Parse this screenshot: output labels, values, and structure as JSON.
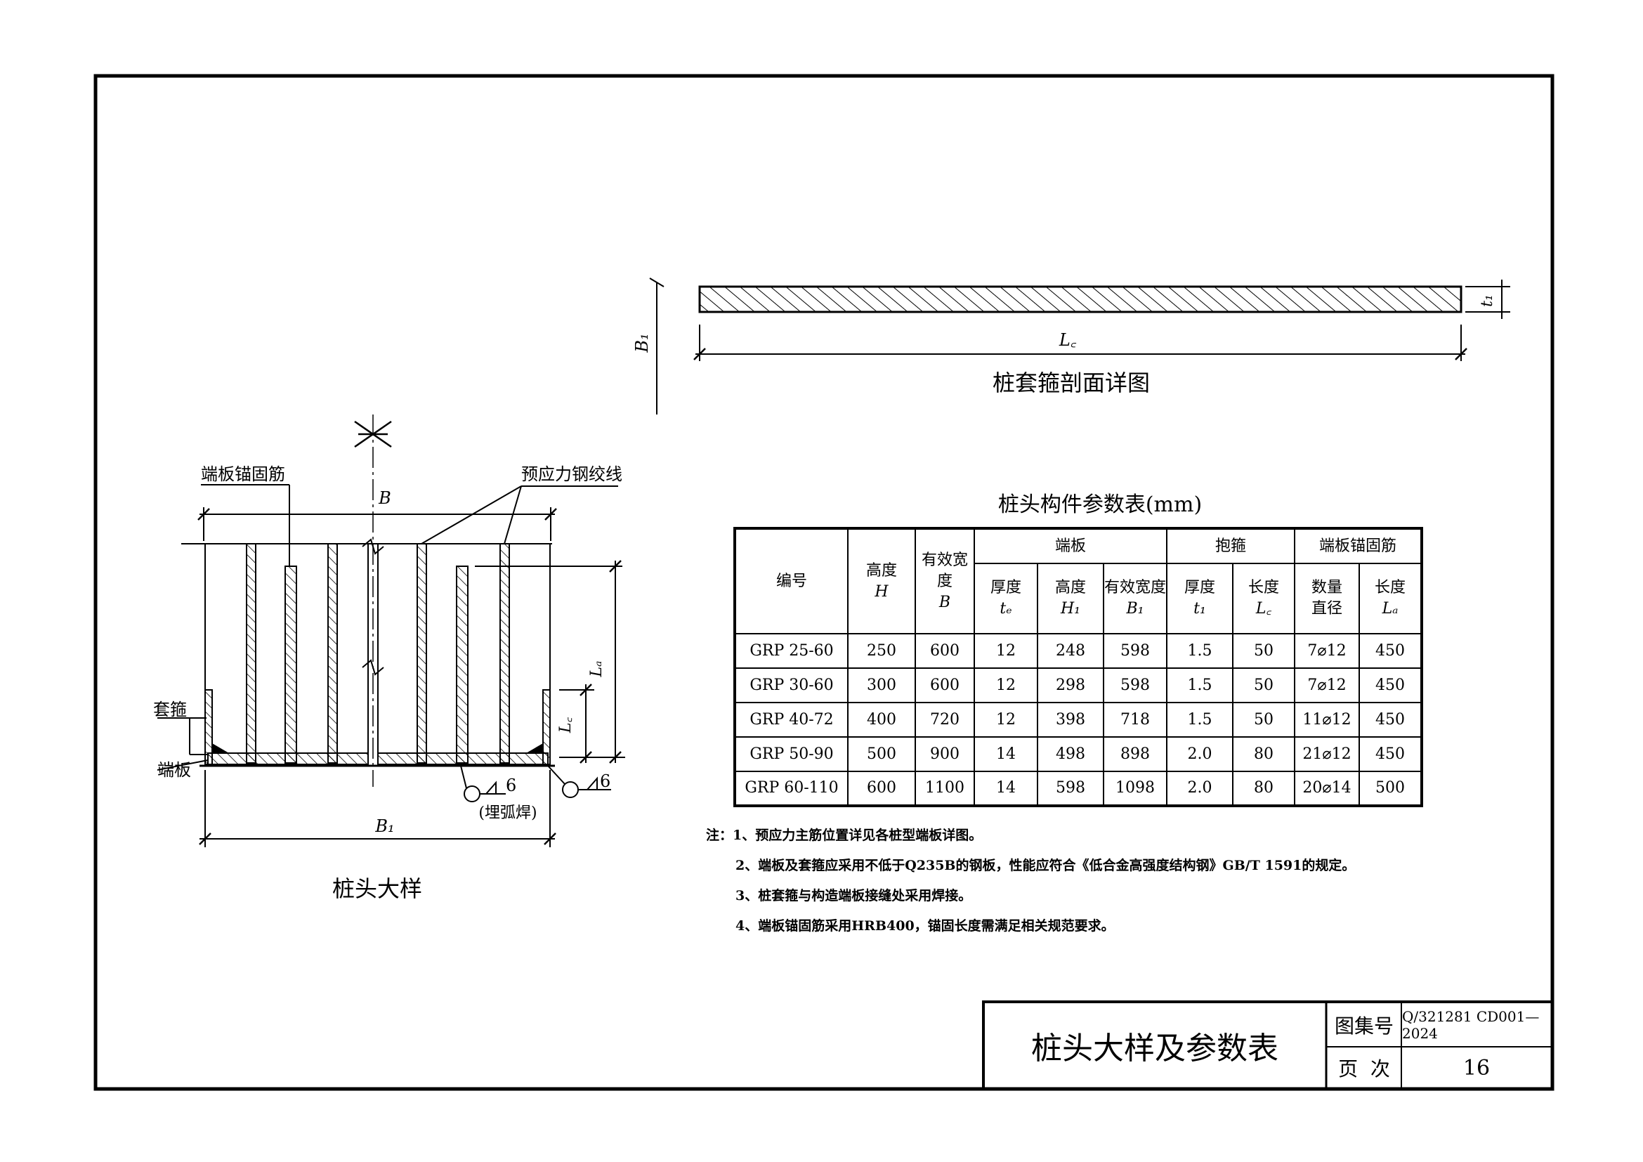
{
  "section_detail": {
    "title": "桩套箍剖面详图",
    "dim_b1": "B₁",
    "dim_lc": "L꜀",
    "dim_t1": "t₁"
  },
  "pile_head": {
    "title": "桩头大样",
    "label_anchor": "端板锚固筋",
    "label_strand": "预应力钢绞线",
    "label_hoop": "套箍",
    "label_plate": "端板",
    "dim_b": "B",
    "dim_b1": "B₁",
    "dim_la": "Lₐ",
    "dim_lc": "L꜀",
    "weld_size_1": "6",
    "weld_size_2": "6",
    "weld_note": "(埋弧焊)"
  },
  "table": {
    "title": "桩头构件参数表(mm)",
    "header": {
      "code": "编号",
      "height": "高度",
      "height_sym": "H",
      "eff_width": "有效宽度",
      "eff_width_sym": "B",
      "end_plate": "端板",
      "hoop": "抱箍",
      "anchor": "端板锚固筋",
      "thick": "厚度",
      "thick_sym": "tₑ",
      "plate_h": "高度",
      "plate_h_sym": "H₁",
      "plate_w": "有效宽度",
      "plate_w_sym": "B₁",
      "hoop_t": "厚度",
      "hoop_t_sym": "t₁",
      "hoop_l": "长度",
      "hoop_l_sym": "L꜀",
      "count": "数量",
      "dia": "直径",
      "anchor_l": "长度",
      "anchor_l_sym": "Lₐ"
    },
    "rows": [
      [
        "GRP 25-60",
        "250",
        "600",
        "12",
        "248",
        "598",
        "1.5",
        "50",
        "7⌀12",
        "450"
      ],
      [
        "GRP 30-60",
        "300",
        "600",
        "12",
        "298",
        "598",
        "1.5",
        "50",
        "7⌀12",
        "450"
      ],
      [
        "GRP 40-72",
        "400",
        "720",
        "12",
        "398",
        "718",
        "1.5",
        "50",
        "11⌀12",
        "450"
      ],
      [
        "GRP 50-90",
        "500",
        "900",
        "14",
        "498",
        "898",
        "2.0",
        "80",
        "21⌀12",
        "450"
      ],
      [
        "GRP 60-110",
        "600",
        "1100",
        "14",
        "598",
        "1098",
        "2.0",
        "80",
        "20⌀14",
        "500"
      ]
    ]
  },
  "notes": [
    "注：1、预应力主筋位置详见各桩型端板详图。",
    "2、端板及套箍应采用不低于Q235B的钢板，性能应符合《低合金高强度结构钢》GB/T 1591的规定。",
    "3、桩套箍与构造端板接缝处采用焊接。",
    "4、端板锚固筋采用HRB400，锚固长度需满足相关规范要求。"
  ],
  "title_block": {
    "title": "桩头大样及参数表",
    "atlas_label": "图集号",
    "atlas_no": "Q/321281 CD001—2024",
    "page_label": "页  次",
    "page_no": "16"
  }
}
